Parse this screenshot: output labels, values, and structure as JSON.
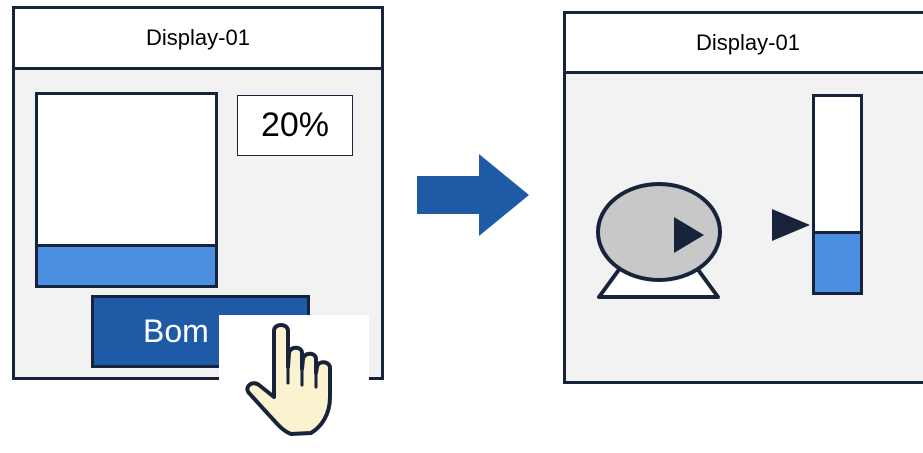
{
  "left_display": {
    "title": "Display-01",
    "tank_level_percent": 20,
    "level_readout": "20%",
    "pump_button_label": "Bom"
  },
  "right_display": {
    "title": "Display-01",
    "tank_level_percent": 30
  },
  "colors": {
    "liquid": "#4a8fe0",
    "button": "#1e5aa6",
    "outline": "#17223b",
    "arrow": "#1e5aa6",
    "panel_bg": "#f2f2f2",
    "pump_body": "#c8c8c8",
    "hand_fill": "#fbf2cf"
  },
  "icons": {
    "arrow": "right-arrow-icon",
    "hand": "pointing-hand-icon",
    "pump": "pump-icon",
    "marker": "triangle-marker-icon"
  }
}
